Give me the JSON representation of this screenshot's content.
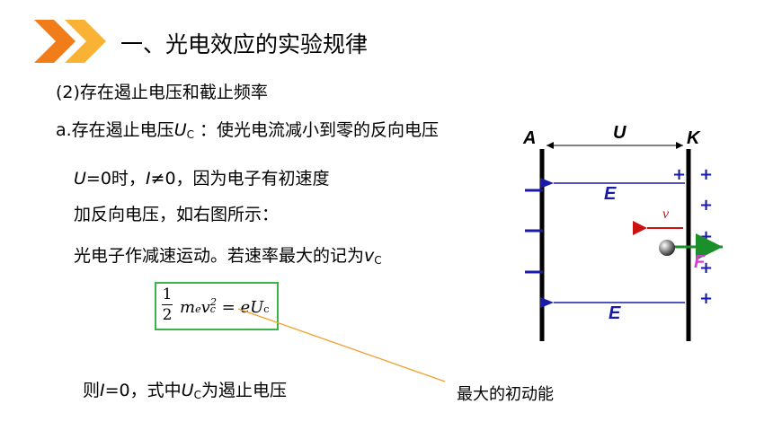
{
  "title": "一、光电效应的实验规律",
  "subtitle": "(2)存在遏止电压和截止频率",
  "point_a": {
    "prefix": "a.存在遏止电压",
    "var": "U",
    "sub": "C",
    "suffix": " ：使光电流减小到零的反向电压"
  },
  "line1": {
    "u": "U",
    "mid": "=0时，",
    "i": "I",
    "rest": "≠0，因为电子有初速度"
  },
  "line2": "加反向电压，如右图所示：",
  "line3": {
    "text": "光电子作减速运动。若速率最大的记为",
    "v": "v",
    "sub": "C"
  },
  "formula": {
    "num": "1",
    "den": "2",
    "m": "m",
    "e_sub": "e",
    "v": "v",
    "c_sub": "c",
    "sq": "2",
    "eq": " = ",
    "e": "e",
    "U": "U",
    "c": "c"
  },
  "conclusion": {
    "prefix": "则",
    "i": "I",
    "mid": "=0，式中",
    "u": "U",
    "sub": "C",
    "suffix": "为遏止电压"
  },
  "annotation": "最大的初动能",
  "diagram": {
    "label_a": "A",
    "label_u": "U",
    "label_k": "K",
    "field_top": "E",
    "field_bottom": "E",
    "velocity": "v",
    "force": "F",
    "plus": "+",
    "colors": {
      "plate": "#000000",
      "field": "#1a1aa8",
      "velocity": "#cc1111",
      "force_arrow": "#1a8f2a",
      "force_label": "#d040d0",
      "chevron_dark": "#f07d1a",
      "chevron_light": "#f9b233",
      "box": "#3cb34a",
      "leader": "#f0a030"
    }
  }
}
